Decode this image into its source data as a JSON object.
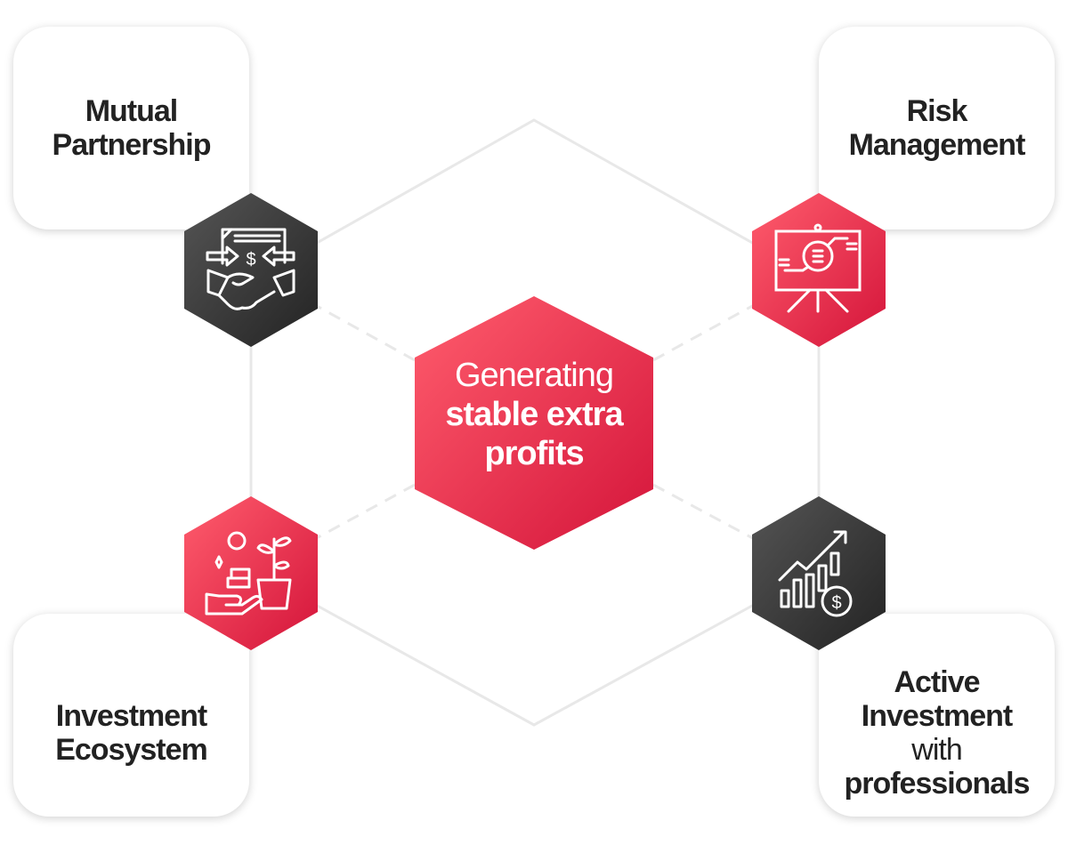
{
  "center": {
    "line1": "Generating",
    "line2": "stable extra",
    "line3": "profits"
  },
  "cards": {
    "mutual": {
      "line1": "Mutual",
      "line2": "Partnership",
      "icon": "handshake-deal-icon"
    },
    "risk": {
      "line1": "Risk",
      "line2": "Management",
      "icon": "presentation-board-icon"
    },
    "ecosystem": {
      "line1": "Investment",
      "line2": "Ecosystem",
      "icon": "plant-coins-hand-icon"
    },
    "active": {
      "line1": "Active",
      "line2": "Investment",
      "line3": "with",
      "line4": "professionals",
      "icon": "growth-chart-dollar-icon"
    }
  },
  "colors": {
    "red_light": "#ff5b6b",
    "red_dark": "#d81840",
    "dark_light": "#505050",
    "dark_dark": "#262626",
    "line": "#e6e6e6"
  }
}
